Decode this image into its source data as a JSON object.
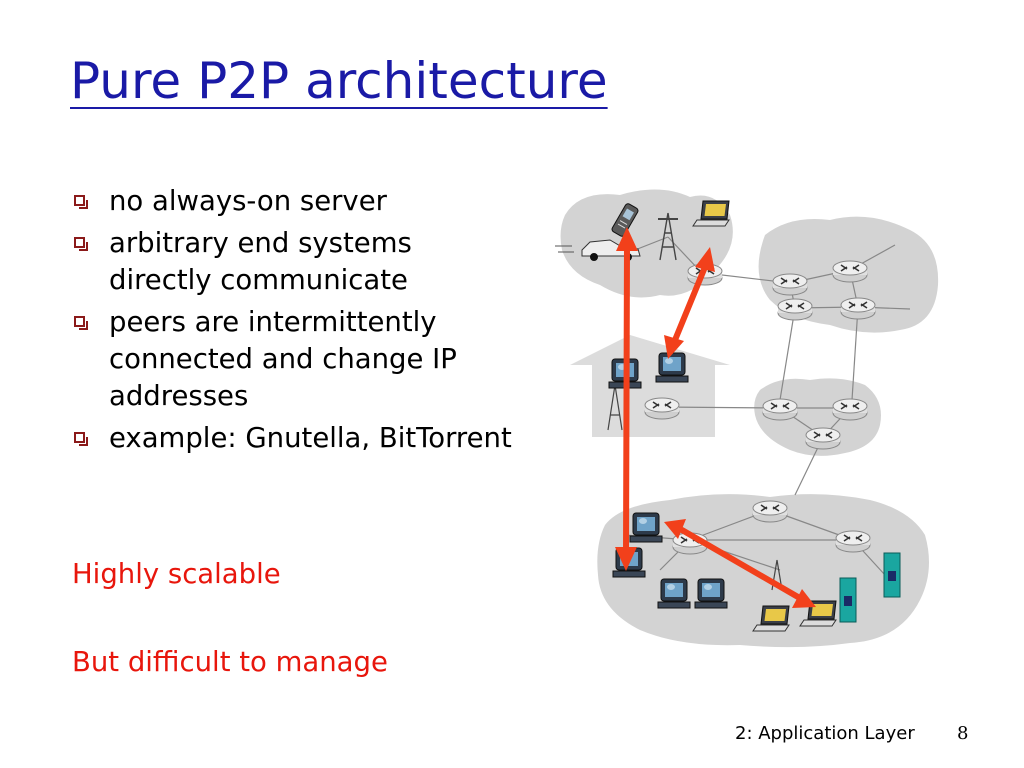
{
  "slide": {
    "title": "Pure P2P architecture",
    "bullets": [
      "no always-on server",
      "arbitrary end systems directly communicate",
      "peers are intermittently connected and change IP addresses",
      "example: Gnutella, BitTorrent"
    ],
    "emphasis": [
      "Highly scalable",
      "But difficult to manage"
    ],
    "footer": {
      "chapter": "2: Application Layer",
      "page_number": "8"
    }
  },
  "colors": {
    "title": "#1a1aa6",
    "emphasis": "#e8160c",
    "arrow": "#f2401b",
    "network_cloud": "#d3d3d3",
    "bullet_box": "#8b1a1a"
  },
  "diagram_icons": [
    "cellphone-icon",
    "car-icon",
    "cell-tower-icon",
    "laptop-icon",
    "router-icon",
    "home-network-icon",
    "desktop-computer-icon",
    "server-icon",
    "peer-arrow-icon"
  ]
}
